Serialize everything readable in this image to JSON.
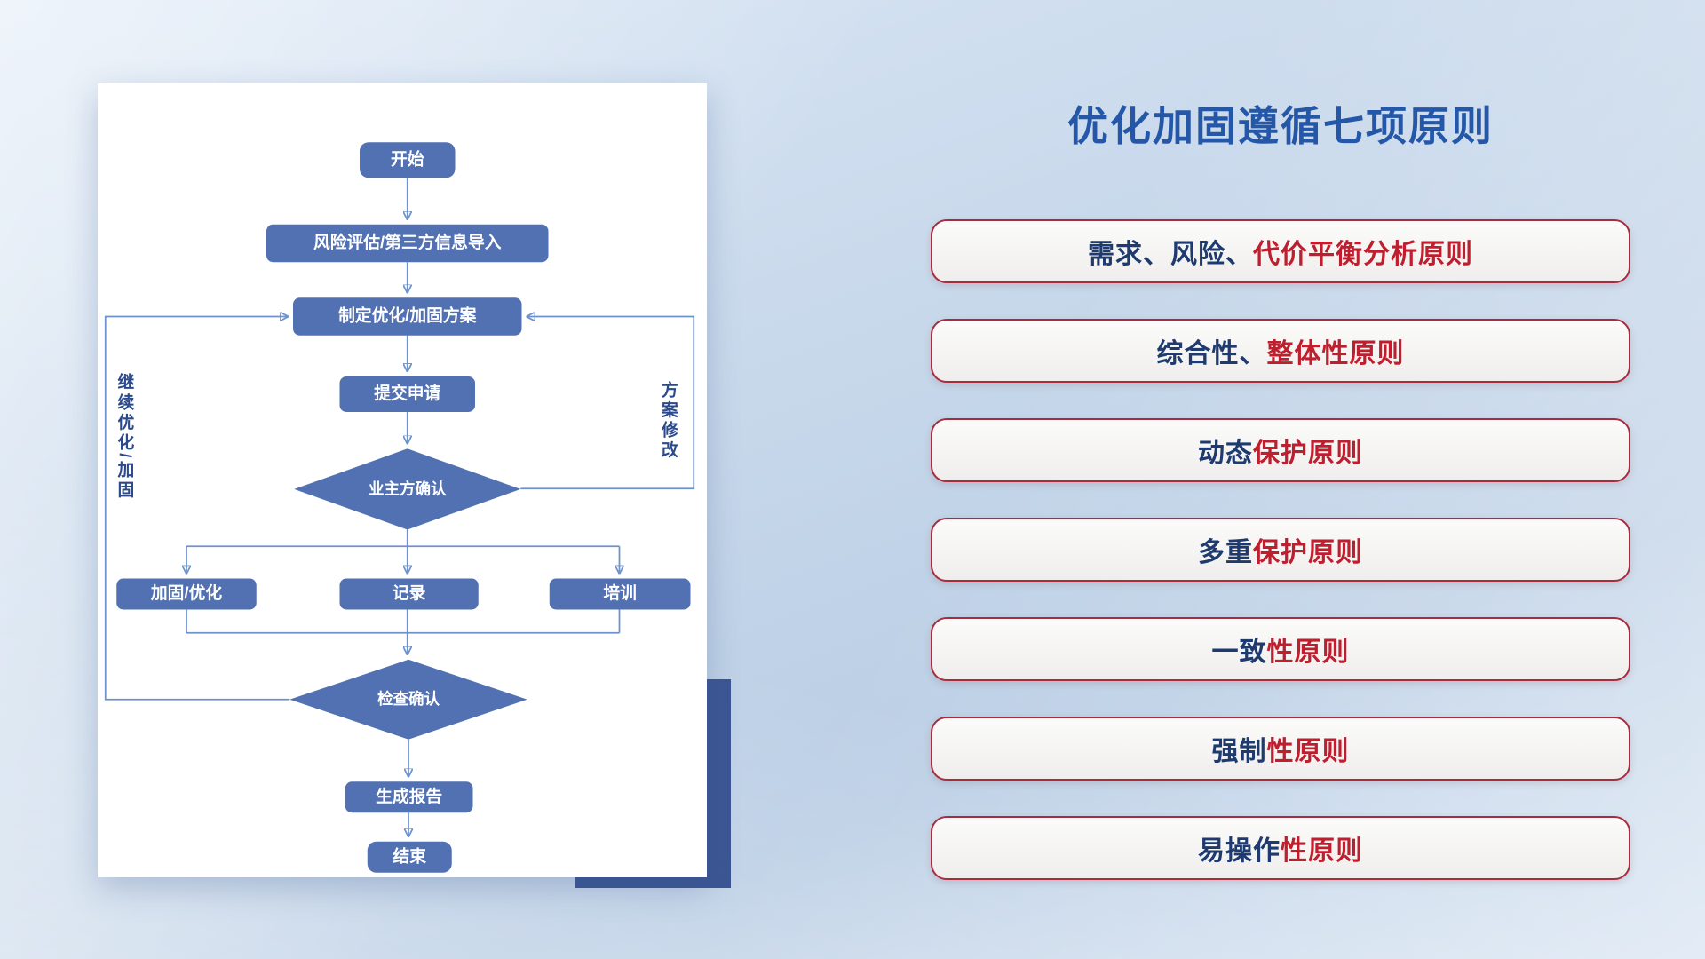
{
  "title": "优化加固遵循七项原则",
  "flowchart": {
    "start": "开始",
    "risk_import": "风险评估/第三方信息导入",
    "make_plan": "制定优化/加固方案",
    "submit": "提交申请",
    "owner_confirm": "业主方确认",
    "harden_optimize": "加固/优化",
    "record": "记录",
    "training": "培训",
    "check_confirm": "检查确认",
    "report": "生成报告",
    "end": "结束",
    "loop_left_label": "继续优化/加固",
    "loop_right_label": "方案修改"
  },
  "principles": [
    {
      "dark": "需求、风险、",
      "red": "代价平衡分析原则"
    },
    {
      "dark": "综合性、",
      "red": "整体性原则"
    },
    {
      "dark": "动态",
      "red": "保护原则"
    },
    {
      "dark": "多重",
      "red": "保护原则"
    },
    {
      "dark": "一致",
      "red": "性原则"
    },
    {
      "dark": "强制",
      "red": "性原则"
    },
    {
      "dark": "易操作",
      "red": "性原则"
    }
  ],
  "colors": {
    "title": "#2457a7",
    "node_fill": "#5271b2",
    "connector": "#6d92cc",
    "principle_dark": "#1e3a6e",
    "principle_red": "#bf1e2e",
    "accent_block": "#3c5694",
    "pill_border": "#a62c3e"
  }
}
